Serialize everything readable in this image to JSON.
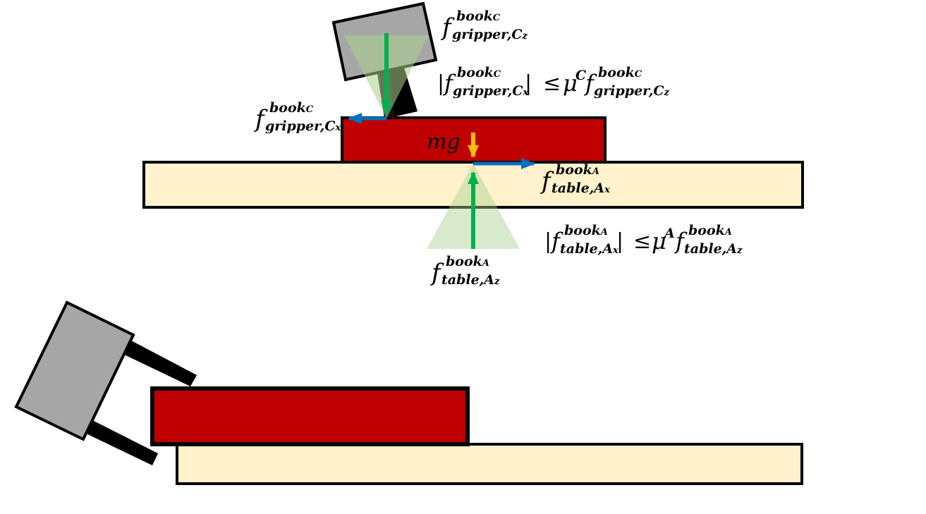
{
  "colors": {
    "book": "#c00000",
    "table": "#fff2cc",
    "gripper_body": "#a6a6a6",
    "gripper_finger": "#000000",
    "normal_force": "#00b050",
    "friction_force": "#0070c0",
    "gravity": "#ffc000",
    "friction_cone": "#a9d18e"
  },
  "labels": {
    "gripper_cz": {
      "base": "f",
      "sup": "book",
      "sup_sub": "C",
      "sub": "gripper,C",
      "sub_sub": "z"
    },
    "gripper_cx": {
      "base": "f",
      "sup": "book",
      "sup_sub": "C",
      "sub": "gripper,C",
      "sub_sub": "x"
    },
    "table_ax": {
      "base": "f",
      "sup": "book",
      "sup_sub": "A",
      "sub": "table,A",
      "sub_sub": "x"
    },
    "table_az": {
      "base": "f",
      "sup": "book",
      "sup_sub": "A",
      "sub": "table,A",
      "sub_sub": "z"
    },
    "gravity": "mg"
  },
  "inequalities": {
    "gripper": {
      "bar_open": "|",
      "bar_close": "|",
      "leq": "≤",
      "mu": "μ",
      "mu_sup": "C"
    },
    "table": {
      "bar_open": "|",
      "bar_close": "|",
      "leq": "≤",
      "mu": "μ",
      "mu_sup": "A"
    }
  }
}
